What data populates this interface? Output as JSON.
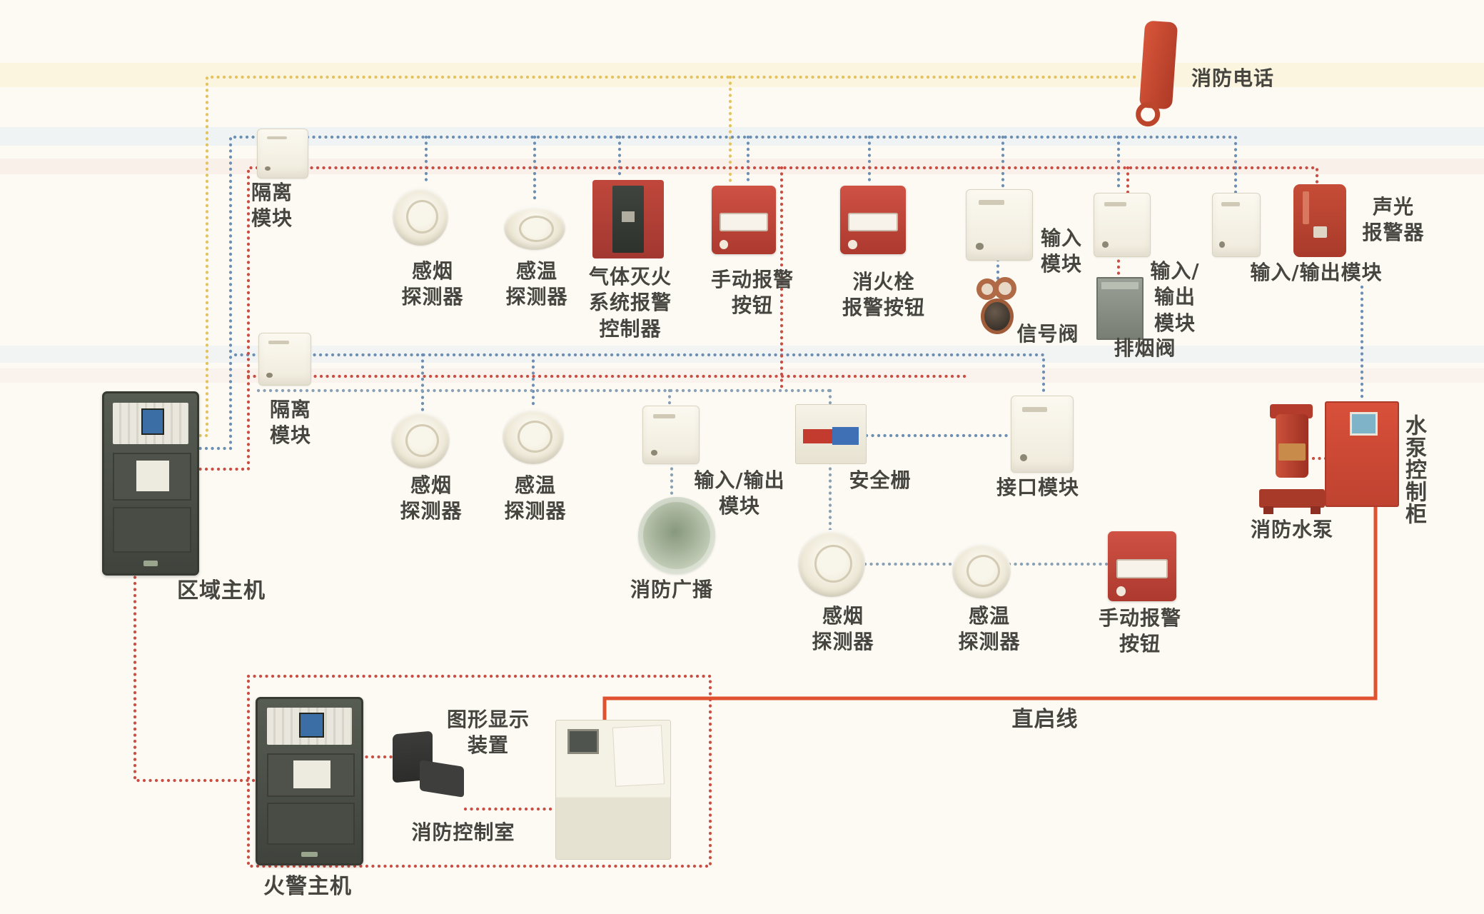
{
  "diagram_labels": {
    "fire_phone": "消防电话",
    "iso_module_1": "隔离\n模块",
    "smoke_detector_1": "感烟\n探测器",
    "heat_detector_1": "感温\n探测器",
    "gas_controller": "气体灭火\n系统报警\n控制器",
    "manual_button_1": "手动报警\n按钮",
    "hydrant_button": "消火栓\n报警按钮",
    "input_module": "输入\n模块",
    "signal_valve": "信号阀",
    "io_module_1": "输入/\n输出\n模块",
    "smoke_valve": "排烟阀",
    "io_module_2": "输入/输出模块",
    "sound_light_alarm": "声光\n报警器",
    "iso_module_2": "隔离\n模块",
    "smoke_detector_2": "感烟\n探测器",
    "heat_detector_2": "感温\n探测器",
    "io_module_3": "输入/输出\n模块",
    "fire_broadcast": "消防广播",
    "safety_barrier": "安全栅",
    "interface_module": "接口模块",
    "smoke_detector_3": "感烟\n探测器",
    "heat_detector_3": "感温\n探测器",
    "manual_button_2": "手动报警\n按钮",
    "fire_pump": "消防水泵",
    "pump_control_cabinet": "水泵控制柜",
    "zone_host": "区域主机",
    "fire_alarm_host": "火警主机",
    "graphic_display": "图形显示\n装置",
    "fire_control_room": "消防控制室",
    "direct_start_line": "直启线"
  },
  "colors": {
    "phone_line": "#e3c35f",
    "signal_line": "#6c8fb3",
    "power_line": "#c94f44",
    "aux_line": "#8aa0b4",
    "direct_line": "#e0512f",
    "label_text": "#464540"
  }
}
